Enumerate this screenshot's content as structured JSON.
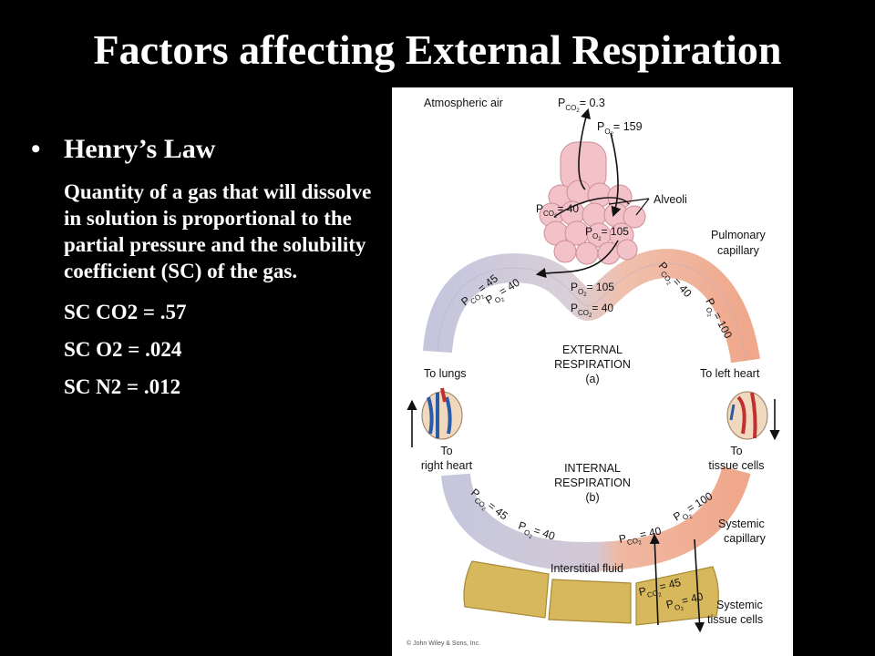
{
  "slide": {
    "title": "Factors affecting External Respiration",
    "bullet": "Henry’s Law",
    "body": "Quantity of a gas that will dissolve in solution is proportional to the partial pressure and the solubility coefficient (SC) of the gas.",
    "sc_lines": [
      "SC CO2 = .57",
      "SC O2 = .024",
      "SC N2 = .012"
    ]
  },
  "diagram": {
    "atmospheric_air": "Atmospheric air",
    "atm_pco2": "= 0.3",
    "atm_po2": "= 159",
    "alveoli": "Alveoli",
    "alv_pco2": "= 40",
    "alv_po2": "= 105",
    "pulmonary_capillary": [
      "Pulmonary",
      "capillary"
    ],
    "left_pco2": "= 45",
    "left_po2": "= 40",
    "mid_po2": "= 105",
    "mid_pco2": "= 40",
    "right_pco2": "= 40",
    "right_po2": "= 100",
    "external_respiration": [
      "EXTERNAL",
      "RESPIRATION",
      "(a)"
    ],
    "to_lungs": "To lungs",
    "to_left_heart": "To left heart",
    "to_right_heart": [
      "To",
      "right heart"
    ],
    "to_tissue_cells": [
      "To",
      "tissue cells"
    ],
    "internal_respiration": [
      "INTERNAL",
      "RESPIRATION",
      "(b)"
    ],
    "bot_left_pco2": "= 45",
    "bot_left_po2": "= 40",
    "bot_right_pco2": "= 40",
    "bot_right_po2": "= 100",
    "systemic_capillary": [
      "Systemic",
      "capillary"
    ],
    "interstitial_fluid": "Interstitial fluid",
    "tissue_pco2": "= 45",
    "tissue_po2": "= 40",
    "systemic_tissue_cells": [
      "Systemic",
      "tissue cells"
    ],
    "copyright": "© John Wiley & Sons, Inc."
  },
  "colors": {
    "deoxygenated": "#c7c8dc",
    "oxygenated": "#f0b49b",
    "tissue": "#d7b75c",
    "alveoli": "#f3c2c8"
  }
}
